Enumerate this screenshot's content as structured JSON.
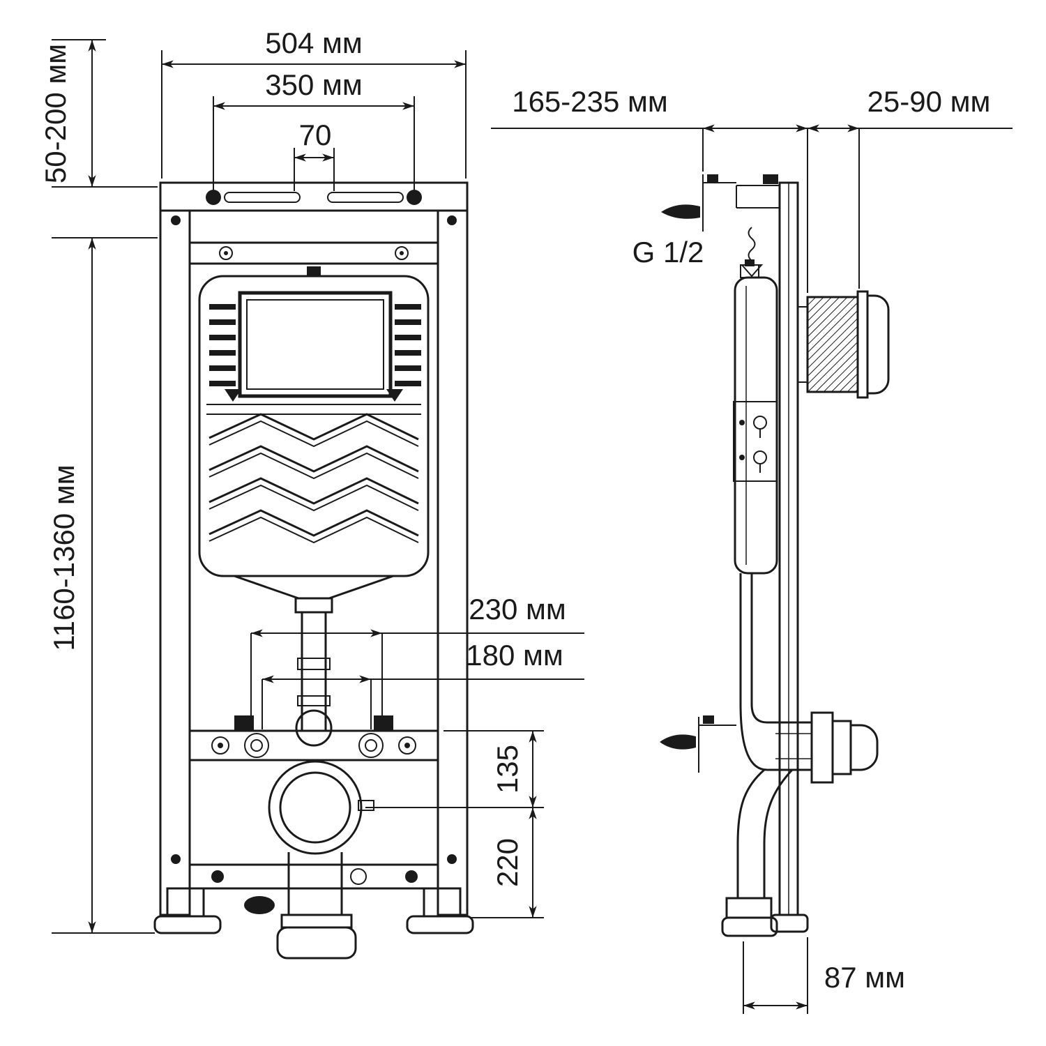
{
  "drawing": {
    "kind": "concealed-cistern-installation-frame",
    "views": [
      "front",
      "side"
    ],
    "units": "мм"
  },
  "front": {
    "dim_504": "504 мм",
    "dim_350": "350 мм",
    "dim_70": "70",
    "dim_50_200": "50-200 мм",
    "dim_1160_1360": "1160-1360 мм",
    "dim_230": "230 мм",
    "dim_180": "180 мм",
    "dim_135": "135",
    "dim_220": "220"
  },
  "side": {
    "dim_165_235": "165-235 мм",
    "dim_25_90": "25-90 мм",
    "thread": "G 1/2",
    "dim_87": "87 мм"
  },
  "colors": {
    "line": "#1a1a1a",
    "background": "#ffffff"
  }
}
